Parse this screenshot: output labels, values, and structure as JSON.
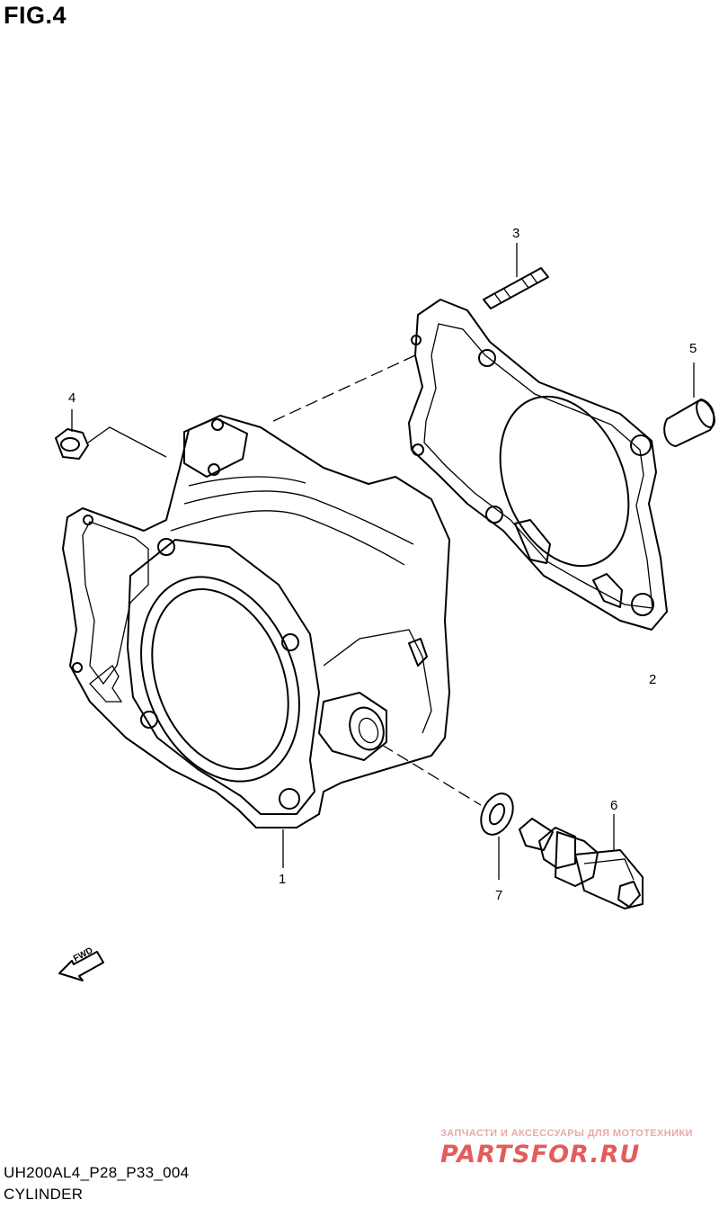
{
  "figure": {
    "title": "FIG.4"
  },
  "parts": [
    {
      "number": "1"
    },
    {
      "number": "2"
    },
    {
      "number": "3"
    },
    {
      "number": "4"
    },
    {
      "number": "5"
    },
    {
      "number": "6"
    },
    {
      "number": "7"
    }
  ],
  "direction_marker": {
    "label": "FWD",
    "icon": "arrow-left-icon"
  },
  "footer": {
    "code": "UH200AL4_P28_P33_004",
    "name": "CYLINDER"
  },
  "watermark": {
    "tagline": "ЗАПЧАСТИ И АКСЕССУАРЫ ДЛЯ МОТОТЕХНИКИ",
    "logo": "PARTSFOR.RU",
    "color": "#e35c5c"
  }
}
